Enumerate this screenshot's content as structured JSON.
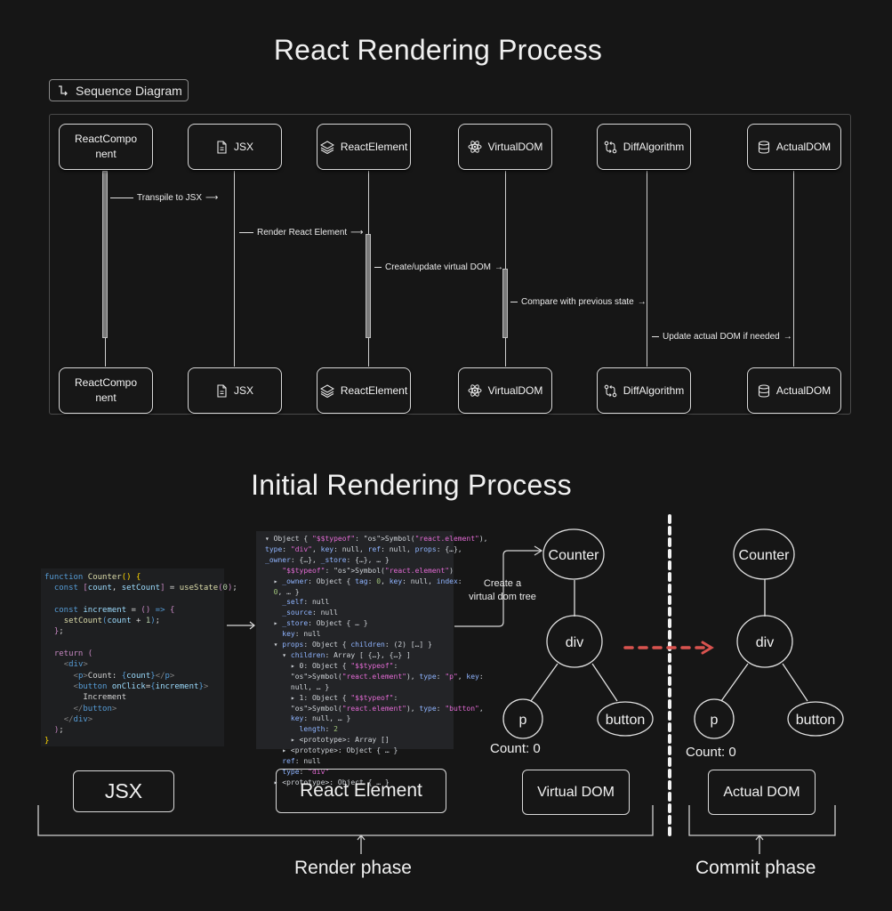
{
  "titles": {
    "top": "React Rendering Process",
    "bottom": "Initial Rendering Process"
  },
  "sequence": {
    "badge_label": "Sequence Diagram",
    "badge_icon": "sequence-step-icon",
    "actors": [
      {
        "id": "react-component",
        "label": "ReactCompo\nnent",
        "icon": null
      },
      {
        "id": "jsx",
        "label": "JSX",
        "icon": "file-text-icon"
      },
      {
        "id": "react-element",
        "label": "ReactElement",
        "icon": "layers-icon"
      },
      {
        "id": "virtual-dom",
        "label": "VirtualDOM",
        "icon": "atom-icon"
      },
      {
        "id": "diff-algorithm",
        "label": "DiffAlgorithm",
        "icon": "git-compare-icon"
      },
      {
        "id": "actual-dom",
        "label": "ActualDOM",
        "icon": "database-icon"
      }
    ],
    "messages": [
      {
        "from": 0,
        "to": 1,
        "label": "Transpile to JSX"
      },
      {
        "from": 1,
        "to": 2,
        "label": "Render React Element"
      },
      {
        "from": 2,
        "to": 3,
        "label": "Create/update virtual DOM"
      },
      {
        "from": 3,
        "to": 4,
        "label": "Compare with previous state"
      },
      {
        "from": 4,
        "to": 5,
        "label": "Update actual DOM if needed"
      }
    ]
  },
  "initial": {
    "code_lines": [
      "function Counter() {",
      "  const [count, setCount] = useState(0);",
      "",
      "  const increment = () => {",
      "    setCount(count + 1);",
      "  };",
      "",
      "  return (",
      "    <div>",
      "      <p>Count: {count}</p>",
      "      <button onClick={increment}>",
      "        Increment",
      "      </button>",
      "    </div>",
      "  );",
      "}"
    ],
    "object_lines": [
      "▾ Object { \"$$typeof\": Symbol(\"react.element\"),",
      "type: \"div\", key: null, ref: null, props: {…},",
      "_owner: {…}, _store: {…}, … }",
      "    \"$$typeof\": Symbol(\"react.element\")",
      "  ▸ _owner: Object { tag: 0, key: null, index:",
      "  0, … }",
      "    _self: null",
      "    _source: null",
      "  ▸ _store: Object { … }",
      "    key: null",
      "  ▾ props: Object { children: (2) […] }",
      "    ▾ children: Array [ {…}, {…} ]",
      "      ▸ 0: Object { \"$$typeof\":",
      "      Symbol(\"react.element\"), type: \"p\", key:",
      "      null, … }",
      "      ▸ 1: Object { \"$$typeof\":",
      "      Symbol(\"react.element\"), type: \"button\",",
      "      key: null, … }",
      "        length: 2",
      "      ▸ <prototype>: Array []",
      "    ▸ <prototype>: Object { … }",
      "    ref: null",
      "    type: \"div\"",
      "  ▸ <prototype>: Object { … }"
    ],
    "create_tree_label": [
      "Create a",
      "virtual dom tree"
    ],
    "virtual_tree": {
      "root": "Counter",
      "child": "div",
      "leaves": [
        "p",
        "button"
      ],
      "p_text": "Count: 0"
    },
    "actual_tree": {
      "root": "Counter",
      "child": "div",
      "leaves": [
        "p",
        "button"
      ],
      "p_text": "Count: 0"
    },
    "stage_labels": [
      "JSX",
      "React Element",
      "Virtual DOM",
      "Actual DOM"
    ],
    "phases": {
      "render": "Render phase",
      "commit": "Commit phase"
    },
    "colors": {
      "commit_arrow": "#d9534f",
      "background": "#161616",
      "stroke": "#d8d8d8"
    }
  }
}
